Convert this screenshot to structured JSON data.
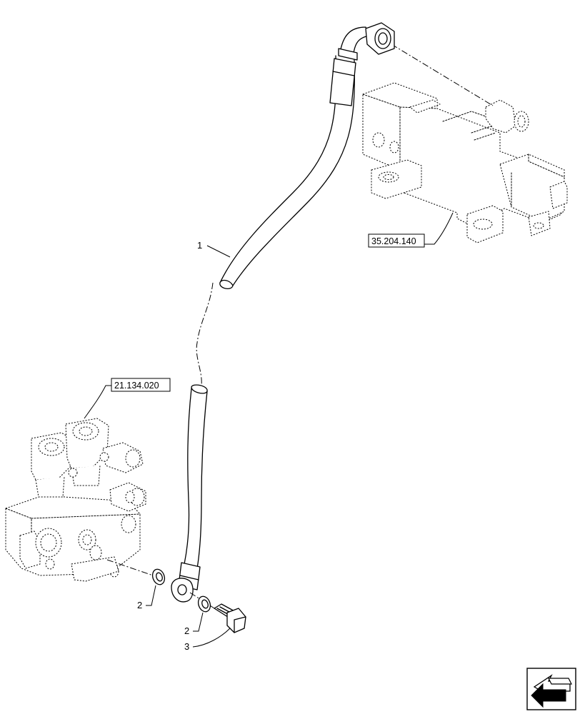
{
  "callouts": {
    "hose": "1",
    "washer_left": "2",
    "washer_right": "2",
    "bolt": "3"
  },
  "references": {
    "upper_valve": "35.204.140",
    "lower_valve": "21.134.020"
  },
  "icons": {
    "navigation": "back-arrow-icon"
  }
}
